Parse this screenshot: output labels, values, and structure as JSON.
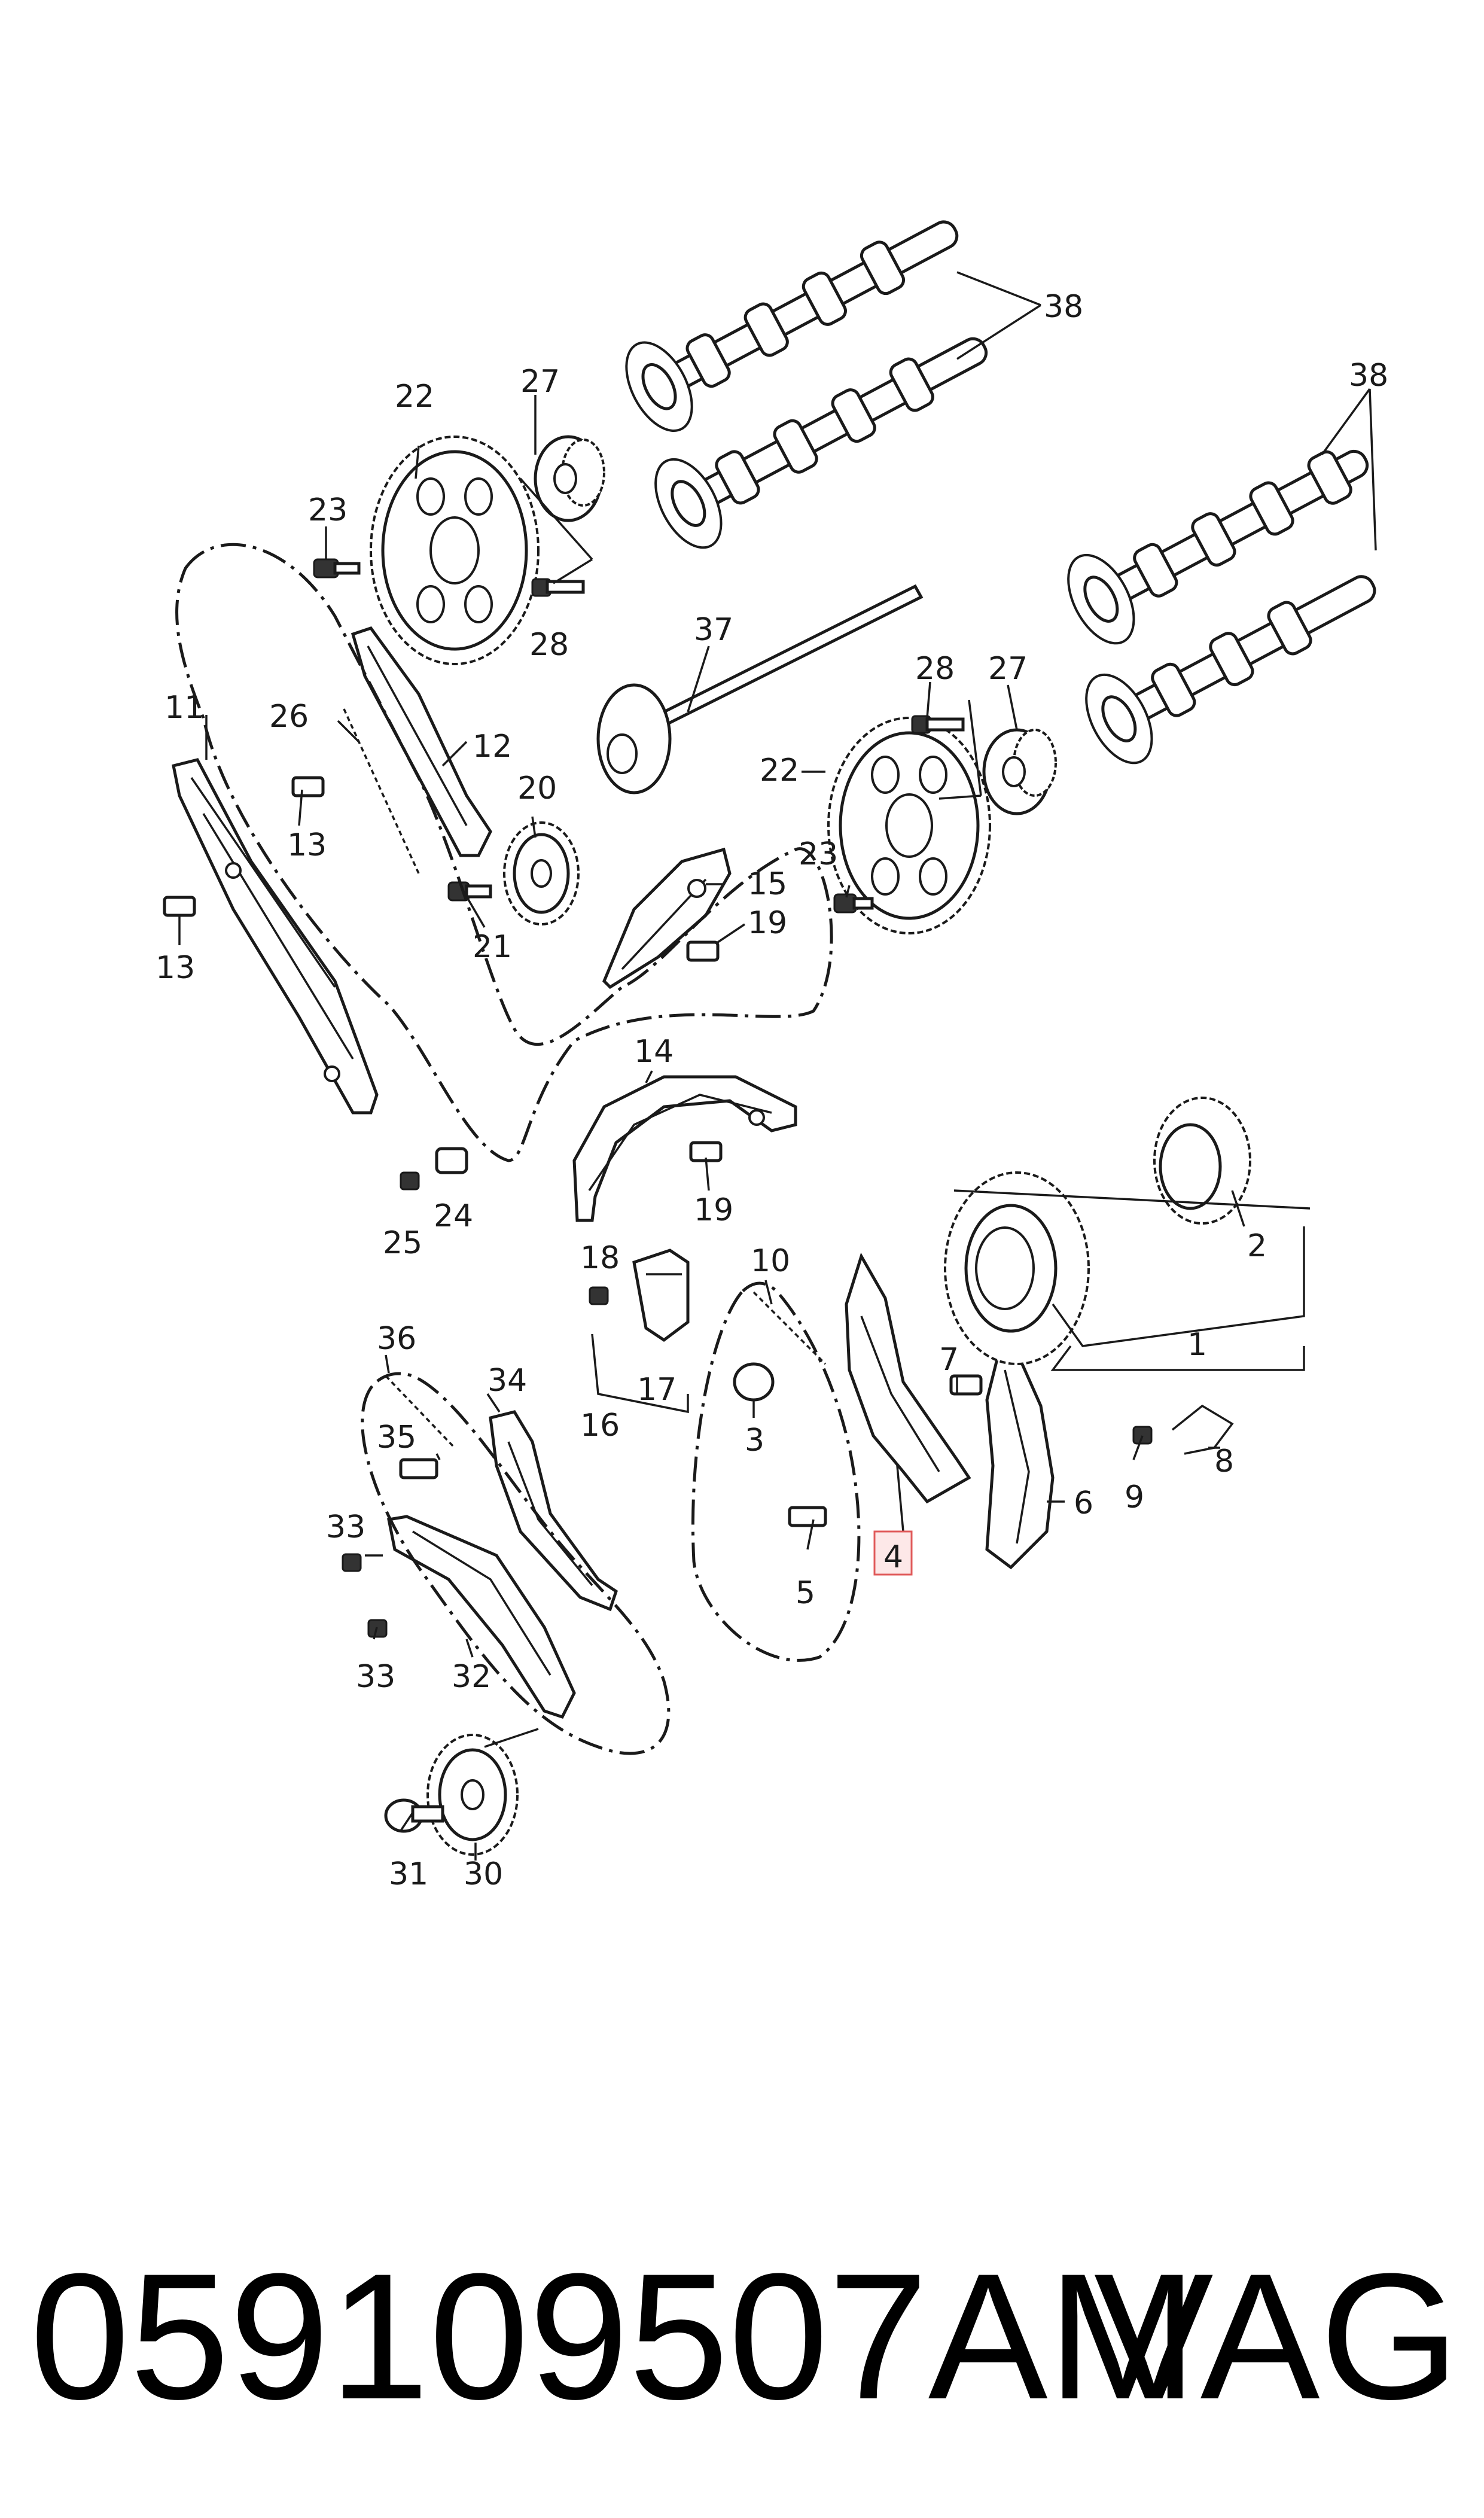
{
  "labels": {
    "l1": "1",
    "l2": "2",
    "l3": "3",
    "l4": "4",
    "l5": "5",
    "l6": "6",
    "l7": "7",
    "l8": "8",
    "l9": "9",
    "l10": "10",
    "l11": "11",
    "l12": "12",
    "l13a": "13",
    "l13b": "13",
    "l14": "14",
    "l15": "15",
    "l16": "16",
    "l17": "17",
    "l18": "18",
    "l19a": "19",
    "l19b": "19",
    "l20": "20",
    "l21": "21",
    "l22a": "22",
    "l22b": "22",
    "l23a": "23",
    "l23b": "23",
    "l24": "24",
    "l25": "25",
    "l26": "26",
    "l27a": "27",
    "l27b": "27",
    "l28a": "28",
    "l28b": "28",
    "l30": "30",
    "l31": "31",
    "l32": "32",
    "l33a": "33",
    "l33b": "33",
    "l34": "34",
    "l35": "35",
    "l36": "36",
    "l37": "37",
    "l38a": "38",
    "l38b": "38"
  },
  "footer": {
    "part_number": "059109507AM",
    "brand": "VAG"
  },
  "colors": {
    "line": "#1a1a1a",
    "highlight_box": "#e05a5a"
  }
}
